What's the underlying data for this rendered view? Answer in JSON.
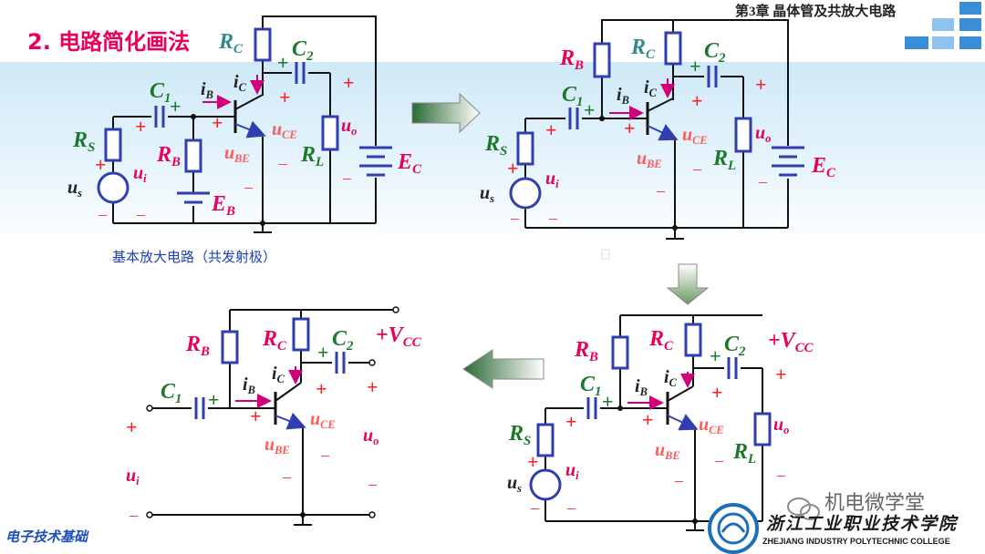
{
  "header": {
    "chapter_title": "第3章  晶体管及共放大电路",
    "section_title": "2. 电路简化画法"
  },
  "diagram1": {
    "caption": "基本放大电路（共发射极）",
    "labels": {
      "rc": "R",
      "rc_sub": "C",
      "c2": "C",
      "c2_sub": "2",
      "c1": "C",
      "c1_sub": "1",
      "ib": "i",
      "ib_sub": "B",
      "ic": "i",
      "ic_sub": "C",
      "rs": "R",
      "rs_sub": "S",
      "rb": "R",
      "rb_sub": "B",
      "ui": "u",
      "ui_sub": "i",
      "us": "u",
      "us_sub": "s",
      "uce": "u",
      "uce_sub": "CE",
      "ube": "u",
      "ube_sub": "BE",
      "uo": "u",
      "uo_sub": "o",
      "rl": "R",
      "rl_sub": "L",
      "ec": "E",
      "ec_sub": "C",
      "eb": "E",
      "eb_sub": "B"
    }
  },
  "diagram2": {
    "labels": {
      "rb": "R",
      "rb_sub": "B",
      "rc": "R",
      "rc_sub": "C",
      "c2": "C",
      "c2_sub": "2",
      "c1": "C",
      "c1_sub": "1",
      "ib": "i",
      "ib_sub": "B",
      "ic": "i",
      "ic_sub": "C",
      "rs": "R",
      "rs_sub": "S",
      "ui": "u",
      "ui_sub": "i",
      "us": "u",
      "us_sub": "s",
      "uce": "u",
      "uce_sub": "CE",
      "ube": "u",
      "ube_sub": "BE",
      "uo": "u",
      "uo_sub": "o",
      "rl": "R",
      "rl_sub": "L",
      "ec": "E",
      "ec_sub": "C"
    }
  },
  "diagram3": {
    "labels": {
      "rb": "R",
      "rb_sub": "B",
      "rc": "R",
      "rc_sub": "C",
      "c2": "C",
      "c2_sub": "2",
      "vcc": "+V",
      "vcc_sub": "CC",
      "c1": "C",
      "c1_sub": "1",
      "ib": "i",
      "ib_sub": "B",
      "ic": "i",
      "ic_sub": "C",
      "rs": "R",
      "rs_sub": "S",
      "ui": "u",
      "ui_sub": "i",
      "us": "u",
      "us_sub": "s",
      "uce": "u",
      "uce_sub": "CE",
      "ube": "u",
      "ube_sub": "BE",
      "uo": "u",
      "uo_sub": "o",
      "rl": "R",
      "rl_sub": "L"
    }
  },
  "diagram4": {
    "labels": {
      "rb": "R",
      "rb_sub": "B",
      "rc": "R",
      "rc_sub": "C",
      "c2": "C",
      "c2_sub": "2",
      "vcc": "+V",
      "vcc_sub": "CC",
      "c1": "C",
      "c1_sub": "1",
      "ib": "i",
      "ib_sub": "B",
      "ic": "i",
      "ic_sub": "C",
      "uce": "u",
      "uce_sub": "CE",
      "ube": "u",
      "ube_sub": "BE",
      "uo": "u",
      "uo_sub": "o",
      "ui": "u",
      "ui_sub": "i"
    }
  },
  "footer": {
    "left_label": "电子技术基础",
    "watermark": "机电微学堂",
    "college_cn": "浙江工业职业技术学院",
    "college_en": "ZHEJIANG INDUSTRY POLYTECHNIC COLLEGE"
  },
  "colors": {
    "accent_blue": "#2a8fd8",
    "wire": "#111111",
    "resistor_outline": "#2f3fb0",
    "arrow_green": "#2f7a3a"
  }
}
